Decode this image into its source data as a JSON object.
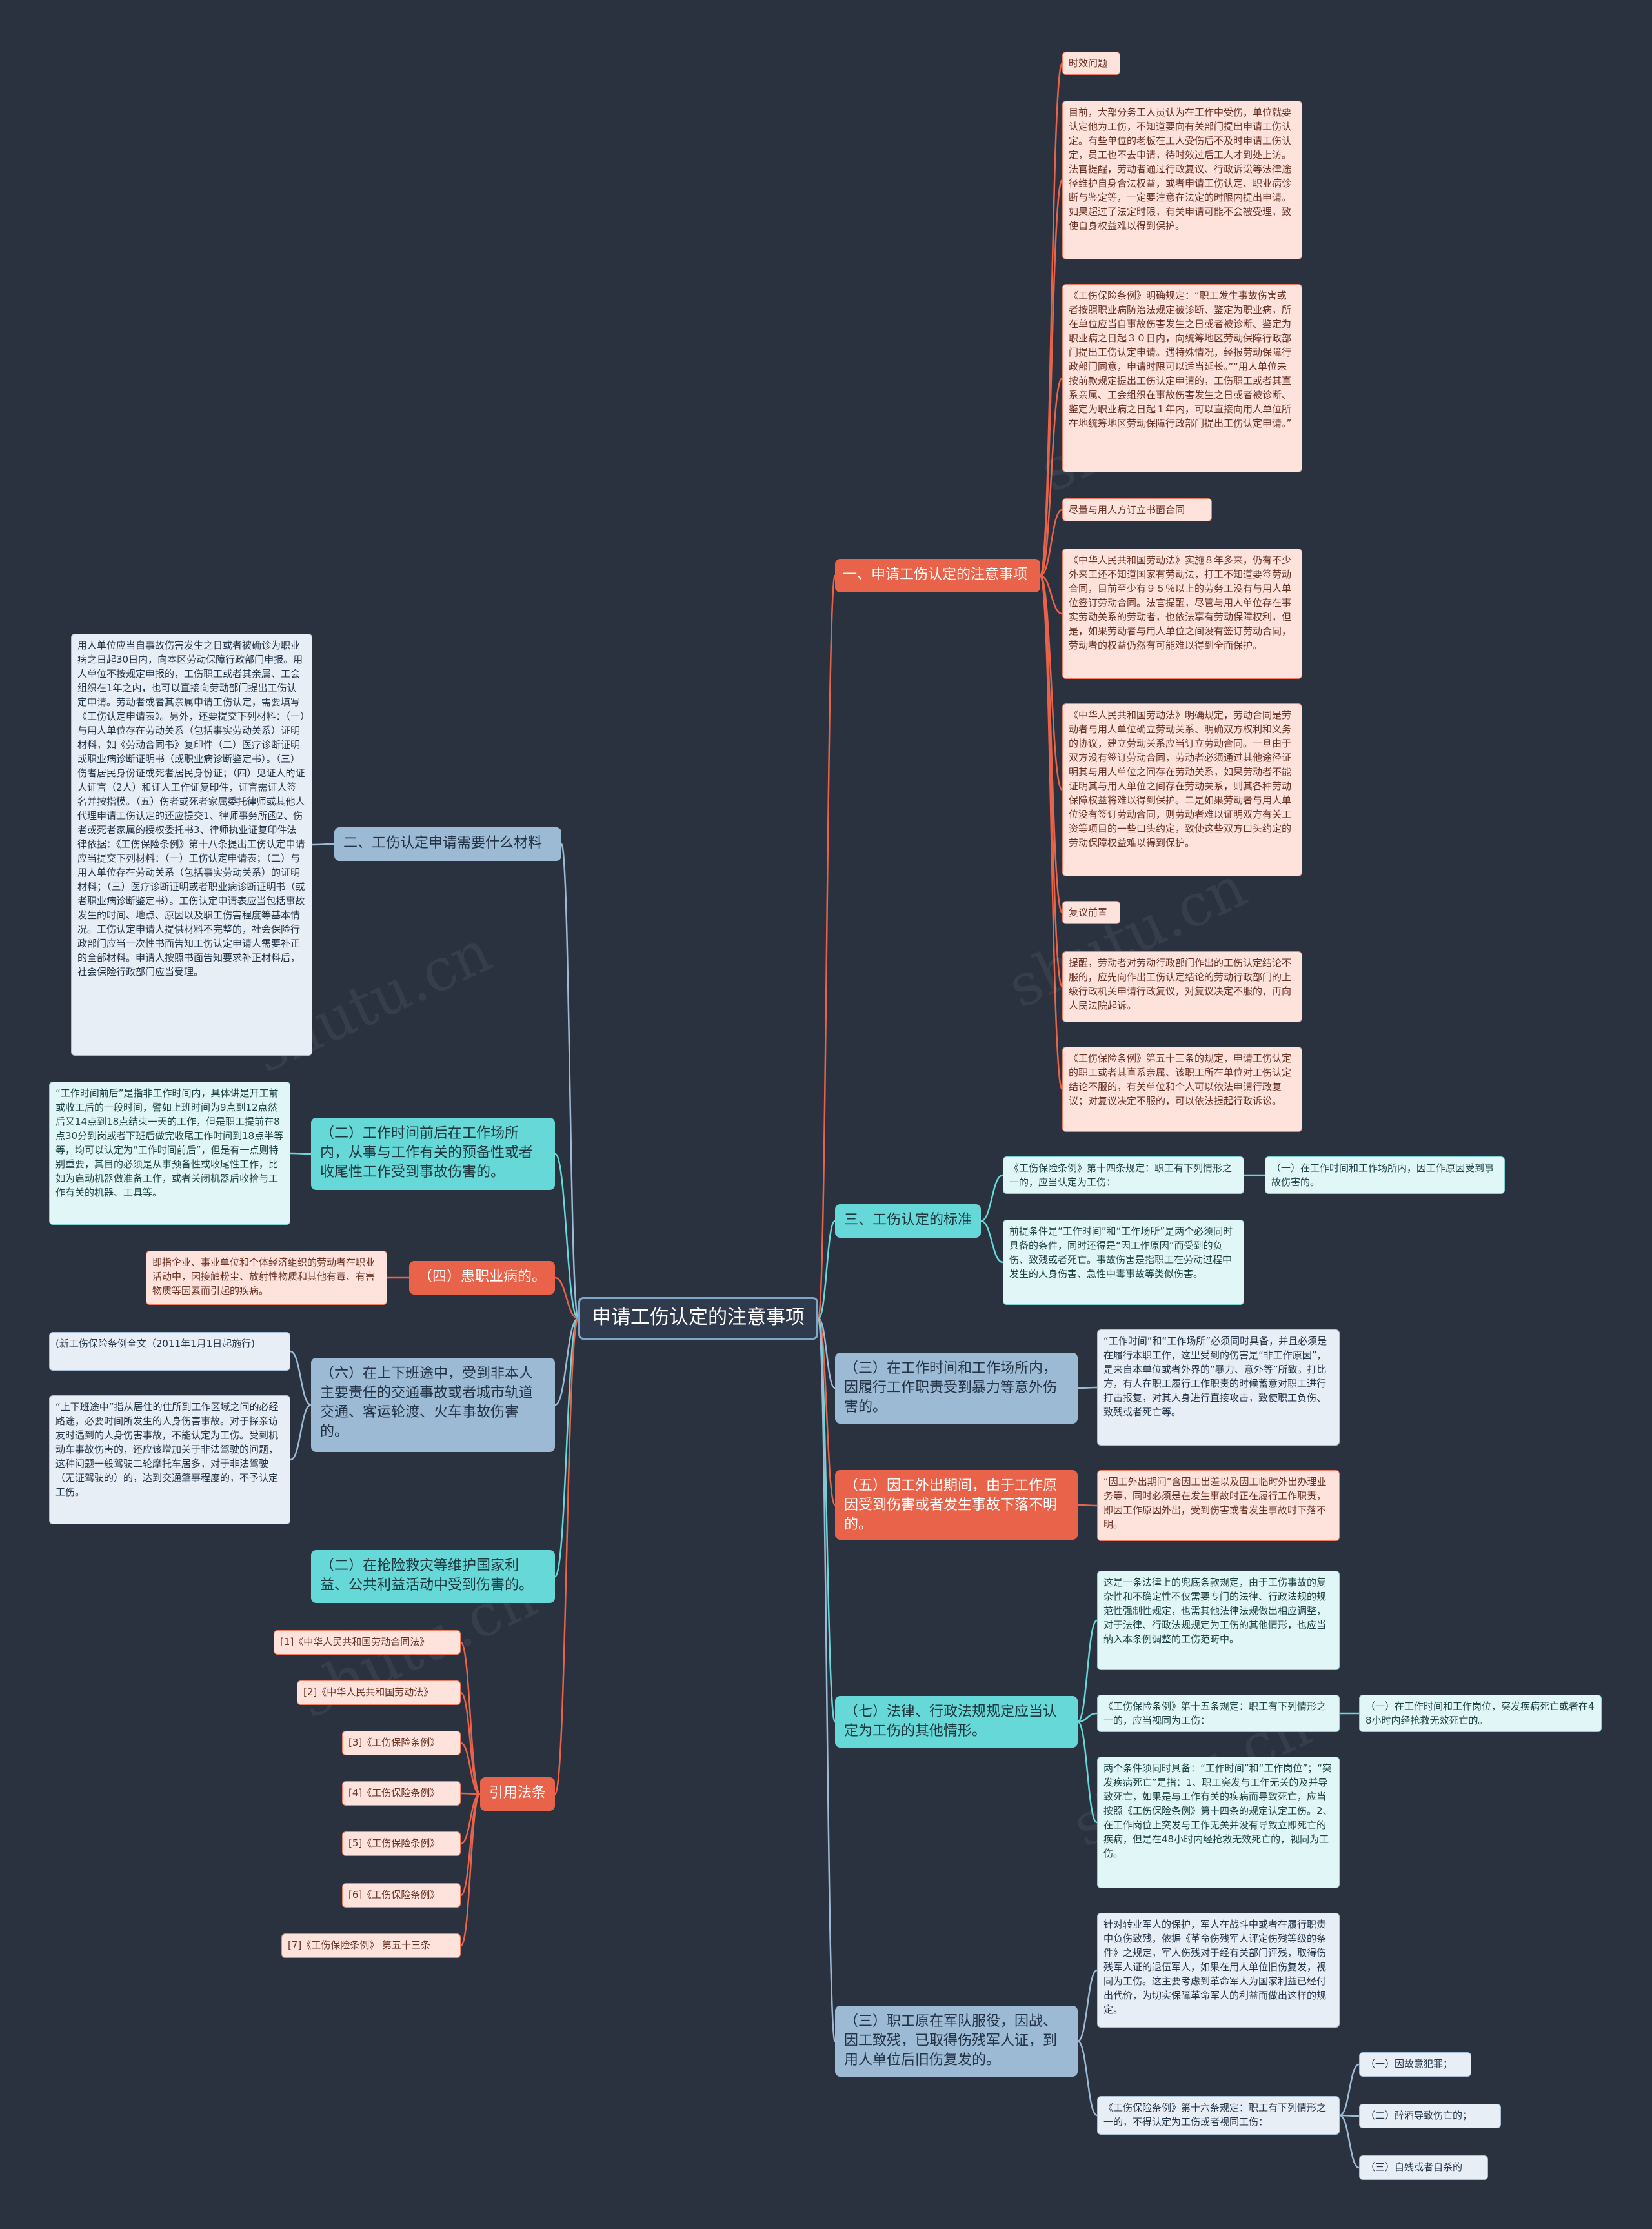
{
  "colors": {
    "background": "#2a3240",
    "red": "#e8634a",
    "teal": "#66d8d8",
    "blue": "#9dbad4",
    "salmon": "#f4c8bc",
    "line_red": "#e8634a",
    "line_teal": "#66d8d8",
    "line_blue": "#9dbad4"
  },
  "root": {
    "label": "申请工伤认定的注意事项"
  },
  "nodes": {
    "r1": {
      "label": "一、申请工伤认定的注意事项"
    },
    "r1_c1": {
      "label": "时效问题"
    },
    "r1_c2": {
      "label": "目前，大部分务工人员认为在工作中受伤，单位就要认定他为工伤，不知道要向有关部门提出申请工伤认定。有些单位的老板在工人受伤后不及时申请工伤认定，员工也不去申请，待时效过后工人才到处上访。法官提醒，劳动者通过行政复议、行政诉讼等法律途径维护自身合法权益，或者申请工伤认定、职业病诊断与鉴定等，一定要注意在法定的时限内提出申请。如果超过了法定时限，有关申请可能不会被受理，致使自身权益难以得到保护。"
    },
    "r1_c3": {
      "label": "《工伤保险条例》明确规定：“职工发生事故伤害或者按照职业病防治法规定被诊断、鉴定为职业病，所在单位应当自事故伤害发生之日或者被诊断、鉴定为职业病之日起３０日内，向统筹地区劳动保障行政部门提出工伤认定申请。遇特殊情况，经报劳动保障行政部门同意，申请时限可以适当延长。”“用人单位未按前款规定提出工伤认定申请的，工伤职工或者其直系亲属、工会组织在事故伤害发生之日或者被诊断、鉴定为职业病之日起１年内，可以直接向用人单位所在地统筹地区劳动保障行政部门提出工伤认定申请。”"
    },
    "r1_c4": {
      "label": "尽量与用人方订立书面合同"
    },
    "r1_c5": {
      "label": "《中华人民共和国劳动法》实施８年多来，仍有不少外来工还不知道国家有劳动法，打工不知道要签劳动合同，目前至少有９５％以上的劳务工没有与用人单位签订劳动合同。法官提醒，尽管与用人单位存在事实劳动关系的劳动者，也依法享有劳动保障权利，但是，如果劳动者与用人单位之间没有签订劳动合同，劳动者的权益仍然有可能难以得到全面保护。"
    },
    "r1_c6": {
      "label": "《中华人民共和国劳动法》明确规定，劳动合同是劳动者与用人单位确立劳动关系、明确双方权利和义务的协议，建立劳动关系应当订立劳动合同。一旦由于双方没有签订劳动合同，劳动者必须通过其他途径证明其与用人单位之间存在劳动关系，如果劳动者不能证明其与用人单位之间存在劳动关系，则其各种劳动保障权益将难以得到保护。二是如果劳动者与用人单位没有签订劳动合同，则劳动者难以证明双方有关工资等项目的一些口头约定，致使这些双方口头约定的劳动保障权益难以得到保护。"
    },
    "r1_c7": {
      "label": "复议前置"
    },
    "r1_c8": {
      "label": "提醒，劳动者对劳动行政部门作出的工伤认定结论不服的，应先向作出工伤认定结论的劳动行政部门的上级行政机关申请行政复议，对复议决定不服的，再向人民法院起诉。"
    },
    "r1_c9": {
      "label": "《工伤保险条例》第五十三条的规定，申请工伤认定的职工或者其直系亲属、该职工所在单位对工伤认定结论不服的，有关单位和个人可以依法申请行政复议；对复议决定不服的，可以依法提起行政诉讼。"
    },
    "r2": {
      "label": "三、工伤认定的标准"
    },
    "r2_c1": {
      "label": "《工伤保险条例》第十四条规定：职工有下列情形之一的，应当认定为工伤："
    },
    "r2_c1_a": {
      "label": "（一）在工作时间和工作场所内，因工作原因受到事故伤害的。"
    },
    "r2_c2": {
      "label": "前提条件是“工作时间”和“工作场所”是两个必须同时具备的条件，同时还得是“因工作原因”而受到的负伤、致残或者死亡。事故伤害是指职工在劳动过程中发生的人身伤害、急性中毒事故等类似伤害。"
    },
    "r3": {
      "label": "（三）在工作时间和工作场所内，因履行工作职责受到暴力等意外伤害的。"
    },
    "r3_c1": {
      "label": "“工作时间”和“工作场所”必须同时具备，并且必须是在履行本职工作，这里受到的伤害是“非工作原因”，是来自本单位或者外界的“暴力、意外等”所致。打比方，有人在职工履行工作职责的时候蓄意对职工进行打击报复，对其人身进行直接攻击，致使职工负伤、致残或者死亡等。"
    },
    "r4": {
      "label": "（五）因工外出期间，由于工作原因受到伤害或者发生事故下落不明的。"
    },
    "r4_c1": {
      "label": "“因工外出期间”含因工出差以及因工临时外出办理业务等，同时必须是在发生事故时正在履行工作职责，即因工作原因外出，受到伤害或者发生事故时下落不明。"
    },
    "r5": {
      "label": "（七）法律、行政法规规定应当认定为工伤的其他情形。"
    },
    "r5_c1": {
      "label": "这是一条法律上的兜底条款规定，由于工伤事故的复杂性和不确定性不仅需要专门的法律、行政法规的规范性强制性规定，也需其他法律法规做出相应调整，对于法律、行政法规规定为工伤的其他情形，也应当纳入本条例调整的工伤范畴中。"
    },
    "r5_c2": {
      "label": "《工伤保险条例》第十五条规定：职工有下列情形之一的，应当视同为工伤："
    },
    "r5_c2_a": {
      "label": "（一）在工作时间和工作岗位，突发疾病死亡或者在48小时内经抢救无效死亡的。"
    },
    "r5_c3": {
      "label": "两个条件须同时具备：“工作时间”和“工作岗位”；“突发疾病死亡”是指：1、职工突发与工作无关的及并导致死亡，如果是与工作有关的疾病而导致死亡，应当按照《工伤保险条例》第十四条的规定认定工伤。2、在工作岗位上突发与工作无关并没有导致立即死亡的疾病，但是在48小时内经抢救无效死亡的，视同为工伤。"
    },
    "r6": {
      "label": "（三）职工原在军队服役，因战、因工致残，已取得伤残军人证，到用人单位后旧伤复发的。"
    },
    "r6_c1": {
      "label": "针对转业军人的保护，军人在战斗中或者在履行职责中负伤致残，依据《革命伤残军人评定伤残等级的条件》之规定，军人伤残对于经有关部门评残，取得伤残军人证的退伍军人，如果在用人单位旧伤复发，视同为工伤。这主要考虑到革命军人为国家利益已经付出代价，为切实保障革命军人的利益而做出这样的规定。"
    },
    "r6_c2": {
      "label": "《工伤保险条例》第十六条规定：职工有下列情形之一的，不得认定为工伤或者视同工伤："
    },
    "r6_c2_a": {
      "label": "（一）因故意犯罪；"
    },
    "r6_c2_b": {
      "label": "（二）醉酒导致伤亡的；"
    },
    "r6_c2_c": {
      "label": "（三）自残或者自杀的"
    },
    "l1": {
      "label": "二、工伤认定申请需要什么材料"
    },
    "l1_c1": {
      "label": "用人单位应当自事故伤害发生之日或者被确诊为职业病之日起30日内，向本区劳动保障行政部门申报。用人单位不按规定申报的，工伤职工或者其亲属、工会组织在1年之内，也可以直接向劳动部门提出工伤认定申请。劳动者或者其亲属申请工伤认定，需要填写《工伤认定申请表》。另外，还要提交下列材料：（一）与用人单位存在劳动关系（包括事实劳动关系）证明材料，如《劳动合同书》复印件（二）医疗诊断证明或职业病诊断证明书（或职业病诊断鉴定书）。（三）伤者居民身份证或死者居民身份证；（四）见证人的证人证言（2人）和证人工作证复印件，证言需证人签名并按指模。（五）伤者或死者家属委托律师或其他人代理申请工伤认定的还应提交1、律师事务所函2、伤者或死者家属的授权委托书3、律师执业证复印件法律依据：《工伤保险条例》第十八条提出工伤认定申请应当提交下列材料：（一）工伤认定申请表；（二）与用人单位存在劳动关系（包括事实劳动关系）的证明材料；（三）医疗诊断证明或者职业病诊断证明书（或者职业病诊断鉴定书）。工伤认定申请表应当包括事故发生的时间、地点、原因以及职工伤害程度等基本情况。工伤认定申请人提供材料不完整的，社会保险行政部门应当一次性书面告知工伤认定申请人需要补正的全部材料。申请人按照书面告知要求补正材料后，社会保险行政部门应当受理。"
    },
    "l2": {
      "label": "（二）工作时间前后在工作场所内，从事与工作有关的预备性或者收尾性工作受到事故伤害的。"
    },
    "l2_c1": {
      "label": "“工作时间前后”是指非工作时间内，具体讲是开工前或收工后的一段时间，譬如上班时间为9点到12点然后又14点到18点结束一天的工作，但是职工提前在8点30分到岗或者下班后做完收尾工作时间到18点半等等，均可以认定为“工作时间前后”，但是有一点则特别重要，其目的必须是从事预备性或收尾性工作，比如为启动机器做准备工作，或者关闭机器后收拾与工作有关的机器、工具等。"
    },
    "l3": {
      "label": "（四）患职业病的。"
    },
    "l3_c1": {
      "label": "即指企业、事业单位和个体经济组织的劳动者在职业活动中，因接触粉尘、放射性物质和其他有毒、有害物质等因素而引起的疾病。"
    },
    "l4": {
      "label": "（六）在上下班途中，受到非本人主要责任的交通事故或者城市轨道交通、客运轮渡、火车事故伤害的。"
    },
    "l4_c1": {
      "label": "(新工伤保险条例全文（2011年1月1日起施行)"
    },
    "l4_c2": {
      "label": "“上下班途中”指从居住的住所到工作区域之间的必经路途，必要时间所发生的人身伤害事故。对于探亲访友时遇到的人身伤害事故，不能认定为工伤。受到机动车事故伤害的，还应该增加关于非法驾驶的问题，这种问题一般驾驶二轮摩托车居多，对于非法驾驶（无证驾驶的）的，达到交通肇事程度的，不予认定工伤。"
    },
    "l5": {
      "label": "（二）在抢险救灾等维护国家利益、公共利益活动中受到伤害的。"
    },
    "l6": {
      "label": "引用法条"
    },
    "l6_c1": {
      "label": "[1]《中华人民共和国劳动合同法》"
    },
    "l6_c2": {
      "label": "[2]《中华人民共和国劳动法》"
    },
    "l6_c3": {
      "label": "[3]《工伤保险条例》"
    },
    "l6_c4": {
      "label": "[4]《工伤保险条例》"
    },
    "l6_c5": {
      "label": "[5]《工伤保险条例》"
    },
    "l6_c6": {
      "label": "[6]《工伤保险条例》"
    },
    "l6_c7": {
      "label": "[7]《工伤保险条例》 第五十三条"
    }
  }
}
